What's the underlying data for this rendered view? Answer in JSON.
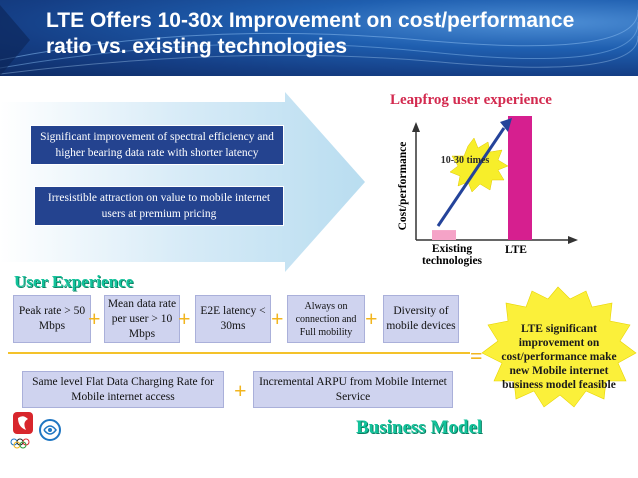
{
  "slide": {
    "title_line1": "LTE Offers 10-30x Improvement on cost/performance",
    "title_line2": "ratio vs. existing technologies"
  },
  "left_boxes": {
    "spectral": "Significant  improvement of spectral efficiency and higher bearing data rate with shorter latency",
    "attraction": "Irresistible attraction on value to mobile internet users at premium pricing"
  },
  "chart_data": {
    "type": "bar",
    "title": "Leapfrog user experience",
    "ylabel": "Cost/performance",
    "xlabel": "",
    "categories": [
      "Existing technologies",
      "LTE"
    ],
    "values": [
      1,
      12.5
    ],
    "annotation": "10-30 times",
    "colors": [
      "#f5a3c7",
      "#d61f8f"
    ]
  },
  "user_experience": {
    "heading": "User Experience",
    "items": [
      "Peak rate > 50 Mbps",
      "Mean data rate per user > 10 Mbps",
      "E2E latency < 30ms",
      "Always on connection and Full mobility",
      "Diversity of mobile devices"
    ],
    "plus": "+",
    "equals": "="
  },
  "business_model": {
    "heading": "Business Model",
    "items": [
      "Same level Flat Data Charging Rate for Mobile internet access",
      "Incremental ARPU from Mobile Internet Service"
    ]
  },
  "conclusion": "LTE significant improvement on cost/performance make new Mobile internet business model feasible",
  "colors": {
    "header_blue": "#1f5fb0",
    "box_navy": "#24438f",
    "lavender": "#cfd3ef",
    "gold": "#f4c22a",
    "green_heading": "#12c29a",
    "leapfrog_red": "#d32a4f"
  }
}
